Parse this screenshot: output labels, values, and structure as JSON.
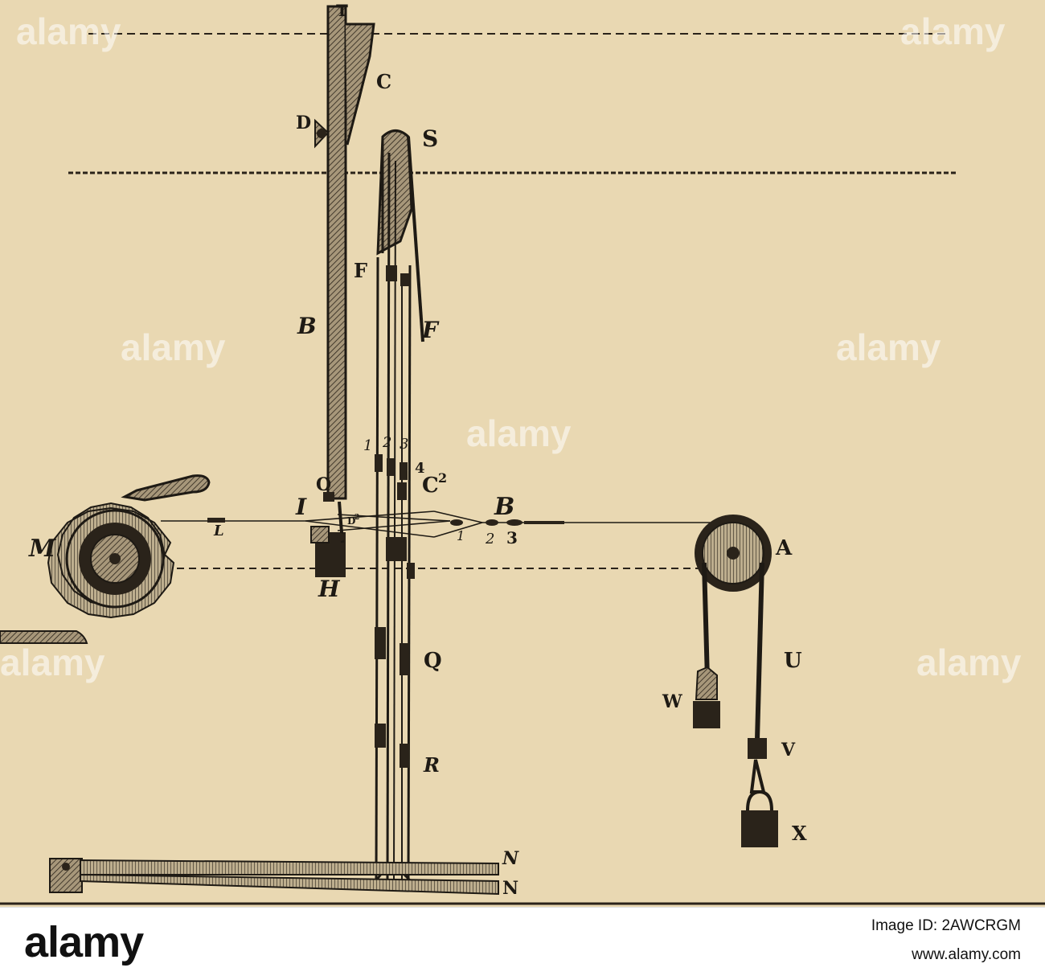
{
  "diagram": {
    "labels": {
      "T": "T",
      "C": "C",
      "D": "D",
      "S": "S",
      "F1": "F",
      "F2": "F",
      "B1": "B",
      "n1": "1",
      "n2": "2",
      "n3": "3",
      "n4": "4",
      "C2": "C",
      "C2sup": "2",
      "O": "O",
      "I": "I",
      "D2": "D",
      "D2sup": "2",
      "B2": "B",
      "b1": "1",
      "b2": "2",
      "b3": "3",
      "L": "L",
      "M": "M",
      "H": "H",
      "A": "A",
      "U": "U",
      "W": "W",
      "V": "V",
      "X": "X",
      "Q": "Q",
      "R": "R",
      "N1": "N",
      "N2": "N"
    }
  },
  "watermark": {
    "text": "alamy"
  },
  "footer": {
    "logo": "alamy",
    "image_id_label": "Image ID: 2AWCRGM",
    "url": "www.alamy.com"
  },
  "colors": {
    "paper": "#e9d8b2",
    "ink": "#1e1a14",
    "footer_bg": "#ffffff"
  }
}
